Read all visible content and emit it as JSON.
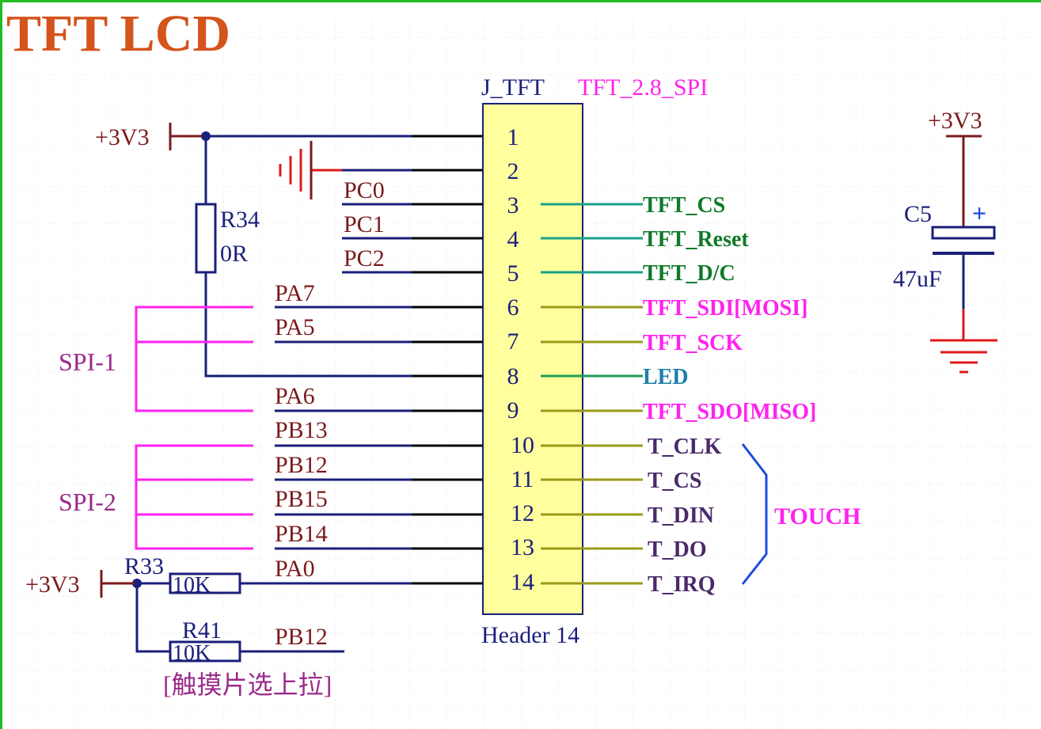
{
  "title": "TFT LCD",
  "connector": {
    "designator": "J_TFT",
    "comment": "TFT_2.8_SPI",
    "footprint": "Header 14",
    "pins": [
      "1",
      "2",
      "3",
      "4",
      "5",
      "6",
      "7",
      "8",
      "9",
      "10",
      "11",
      "12",
      "13",
      "14"
    ]
  },
  "left_nets": {
    "power_top": "+3V3",
    "pc0": "PC0",
    "pc1": "PC1",
    "pc2": "PC2",
    "pa7": "PA7",
    "pa5": "PA5",
    "pa6": "PA6",
    "pb13": "PB13",
    "pb12": "PB12",
    "pb15": "PB15",
    "pb14": "PB14",
    "pa0": "PA0",
    "pb12_pullup": "PB12",
    "power_bottom": "+3V3"
  },
  "groups": {
    "spi1": "SPI-1",
    "spi2": "SPI-2",
    "touch": "TOUCH"
  },
  "resistors": {
    "r34": {
      "designator": "R34",
      "value": "0R"
    },
    "r33": {
      "designator": "R33",
      "value": "10K"
    },
    "r41": {
      "designator": "R41",
      "value": "10K"
    }
  },
  "pullup_note": "[触摸片选上拉]",
  "right_nets": {
    "p3": "TFT_CS",
    "p4": "TFT_Reset",
    "p5": "TFT_D/C",
    "p6": "TFT_SDI[MOSI]",
    "p7": "TFT_SCK",
    "p8": "LED",
    "p9": "TFT_SDO[MISO]",
    "p10": "T_CLK",
    "p11": "T_CS",
    "p12": "T_DIN",
    "p13": "T_DO",
    "p14": "T_IRQ"
  },
  "capacitor": {
    "power": "+3V3",
    "designator": "C5",
    "polarity": "+",
    "value": "47uF"
  },
  "colors": {
    "title": "#d4541c",
    "wire_blue": "#1a1f7a",
    "wire_maroon": "#7a1a1a",
    "net_green": "#0f7a2a",
    "net_magenta": "#ff22ee",
    "net_cyan": "#1f7fa8",
    "net_purple": "#4a2a6a",
    "group_purple": "#9a2a8a",
    "brace_blue": "#1f4ae0",
    "header_fill": "#ffff9e",
    "ground_red": "#e01818",
    "grid": "#e6e6e6",
    "frame_green": "#22bb22"
  }
}
